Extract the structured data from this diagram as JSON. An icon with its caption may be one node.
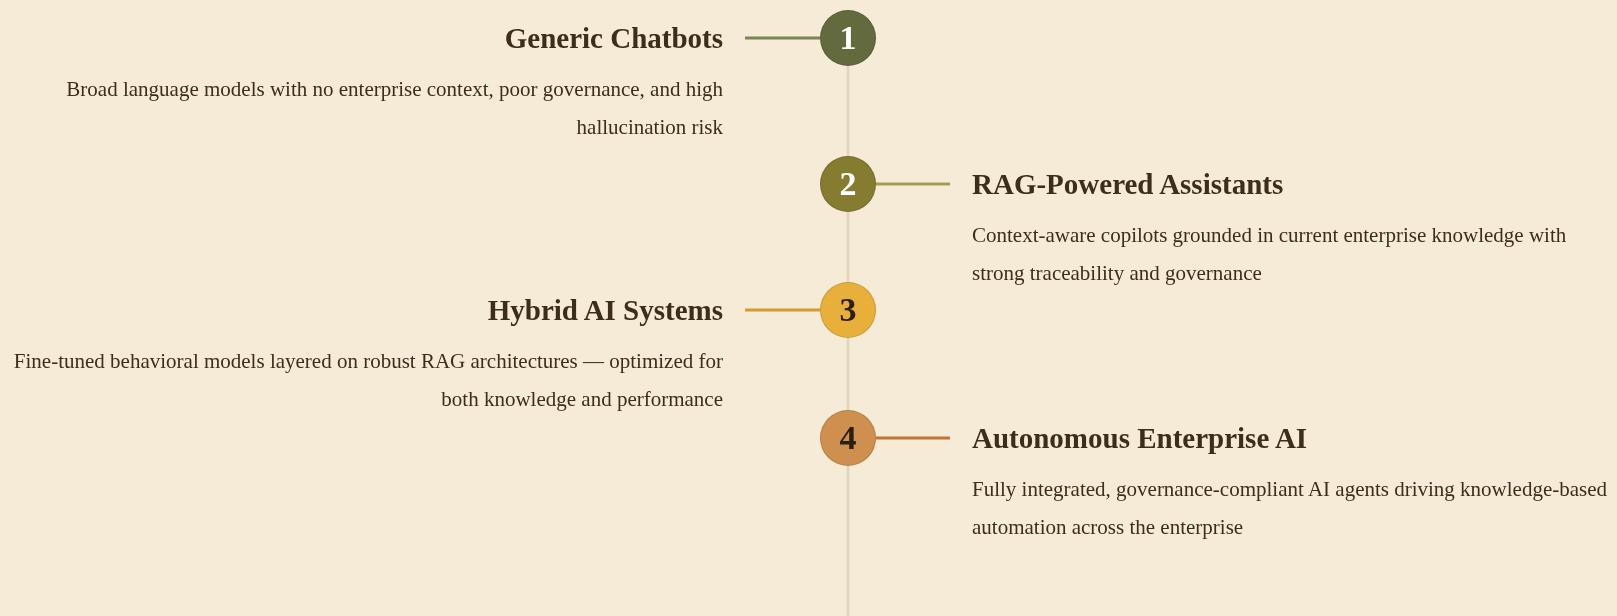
{
  "diagram": {
    "nodes": [
      {
        "text": [
          "Generic Chatbots",
          "Broad language models with no enterprise context, poor governance, and high hallucination risk"
        ]
      },
      {
        "text": [
          "1"
        ]
      },
      {
        "text": [
          "2"
        ]
      },
      {
        "text": [
          "RAG-Powered Assistants",
          "Context-aware copilots grounded in current enterprise knowledge with strong traceability and governance"
        ]
      },
      {
        "text": [
          "Hybrid AI Systems",
          "Fine-tuned behavioral models layered on robust RAG architectures — optimized for both knowledge and performance"
        ]
      },
      {
        "text": [
          "3"
        ]
      },
      {
        "text": [
          "4"
        ]
      },
      {
        "text": [
          "Autonomous Enterprise AI",
          "Fully integrated, governance-compliant AI agents driving knowledge-based automation across the enterprise"
        ]
      }
    ],
    "edges": [
      {
        "from": 0,
        "to": 1,
        "arrow": "none",
        "color": "#7d8555"
      },
      {
        "from": 2,
        "to": 3,
        "arrow": "none",
        "color": "#a39d52"
      },
      {
        "from": 4,
        "to": 5,
        "arrow": "none",
        "color": "#d49a2c"
      },
      {
        "from": 6,
        "to": 7,
        "arrow": "none",
        "color": "#c27430"
      },
      {
        "from": 1,
        "to": 2,
        "arrow": "none",
        "color": "#e0d6c2"
      },
      {
        "from": 2,
        "to": 5,
        "arrow": "none",
        "color": "#e0d6c2"
      },
      {
        "from": 5,
        "to": 6,
        "arrow": "none",
        "color": "#e0d6c2"
      },
      {
        "from": 6,
        "to": null,
        "arrow": "none",
        "color": "#e0d6c2"
      }
    ]
  }
}
